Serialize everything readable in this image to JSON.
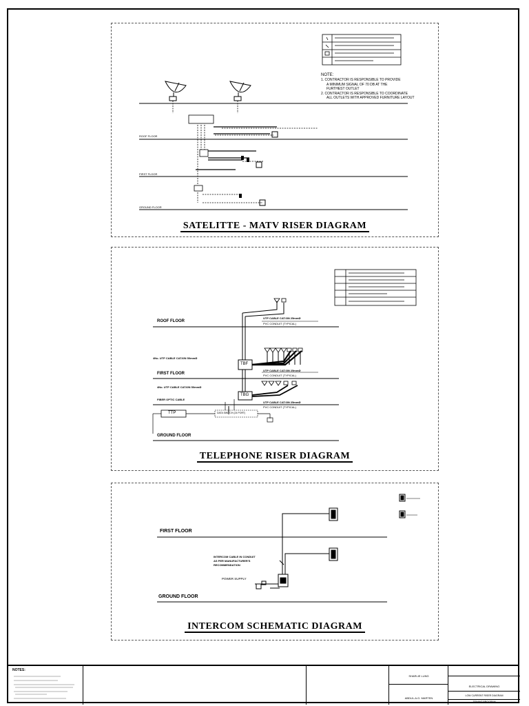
{
  "satellite": {
    "title": "SATELITTE - MATV RISER DIAGRAM",
    "note_heading": "NOTE:",
    "notes": [
      "1. CONTRACTOR IS RESPONSIBLE TO PROVIDE",
      "A MINIMUM SIGNAL OF 70 DB AT THE",
      "FURTHEST OUTLET",
      "2. CONTRACTOR IS RESPONSIBLE TO COORDINATE",
      "ALL OUTLETS WITH APPROVED FURNITURE LAYOUT"
    ],
    "floors": [
      "ROOF FLOOR",
      "FIRST FLOOR",
      "GROUND FLOOR"
    ]
  },
  "telephone": {
    "title": "TELEPHONE RISER DIAGRAM",
    "floors": [
      "ROOF FLOOR",
      "FIRST FLOOR",
      "GROUND FLOOR"
    ],
    "labels": {
      "utp_roof": "UTP CABLE CAT.6IN 25mmØ",
      "utp_roof_sub": "PVC CONDUIT (TYPICAL)",
      "utp_first_in": "4No. UTP CABLE CAT.6IN 50mmØ",
      "utp_first": "UTP CABLE CAT.6IN 25mmØ",
      "utp_first_sub": "PVC CONDUIT (TYPICAL)",
      "utp_ground_in": "4No. UTP CABLE CAT.6IN 50mmØ",
      "fiber": "FIBER OPTIC CABLE",
      "utp_ground": "UTP CABLE CAT.6IN 25mmØ",
      "utp_ground_sub": "PVC CONDUIT (TYPICAL)",
      "data_switch": "DATA SWITCH (24 PORT)",
      "tbf": "TBF",
      "tbg": "TBG",
      "ttp": "TTP"
    }
  },
  "intercom": {
    "title": "INTERCOM SCHEMATIC DIAGRAM",
    "floors": [
      "FIRST FLOOR",
      "GROUND FLOOR"
    ],
    "cable_label": [
      "INTERCOM CABLE IN CONDUIT",
      "AS PER MANUFACTURER'S",
      "RECOMMENDATION"
    ],
    "power_label": "POWER SUPPLY"
  },
  "titleblock": {
    "notes_heading": "NOTES:",
    "drawn_by": "SHARLIE LUNG",
    "checked_by": "ABDUL-A.G. MARTEN",
    "drawing_type": "ELECTRICAL DRAWING",
    "drawing_title": "LOW CURRENT RISER DIAGRAM",
    "drawing_sub": "TENANT PROGRAM"
  },
  "colors": {
    "line": "#000000",
    "dashed_border": "#555555"
  }
}
